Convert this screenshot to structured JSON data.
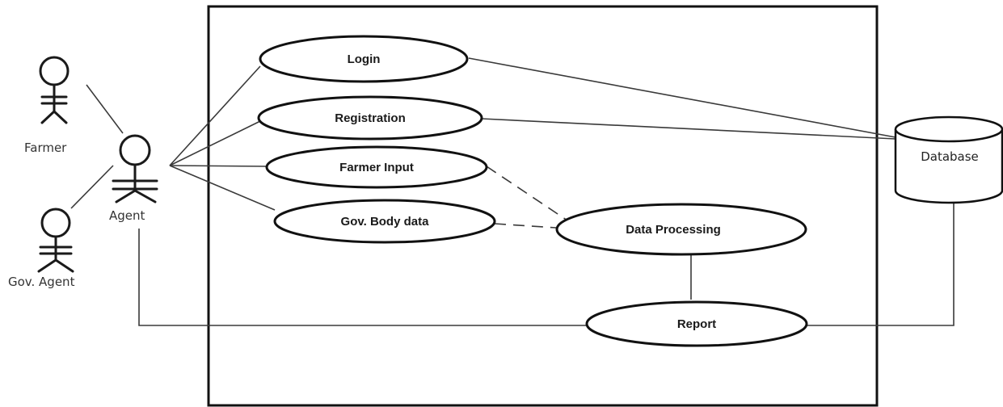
{
  "actors": {
    "farmer": "Farmer",
    "agent": "Agent",
    "gov_agent": "Gov. Agent"
  },
  "use_cases": {
    "login": "Login",
    "registration": "Registration",
    "farmer_input": "Farmer Input",
    "gov_body_data": "Gov. Body data",
    "data_processing": "Data Processing",
    "report": "Report"
  },
  "database": {
    "label": "Database"
  }
}
